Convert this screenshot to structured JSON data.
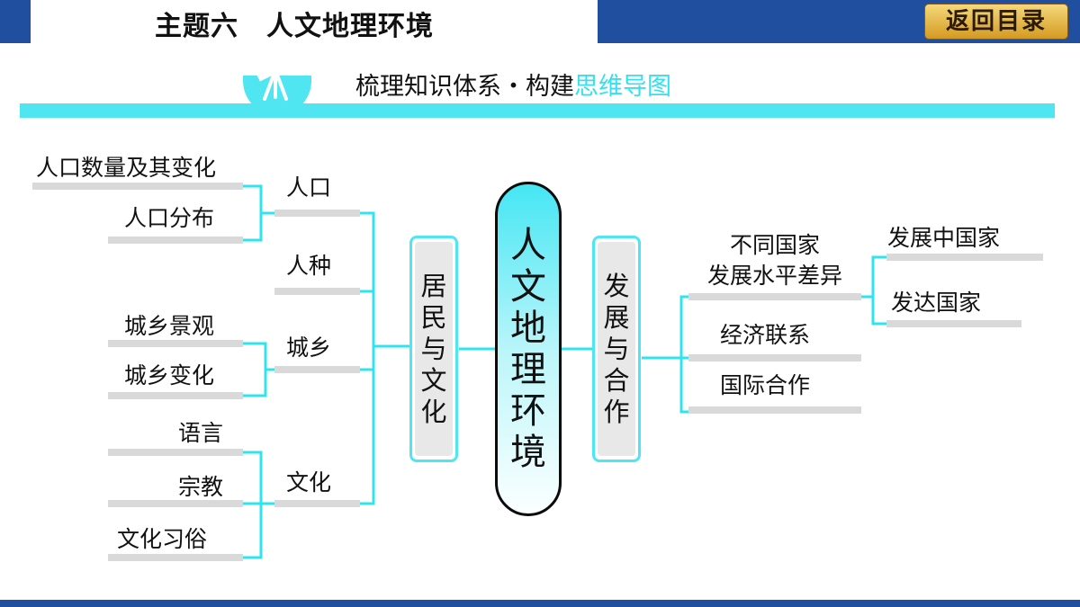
{
  "header": {
    "title": "主题六　人文地理环境",
    "back_button": "返回目录"
  },
  "banner": {
    "text": "梳理知识体系・构建",
    "accent_text": "思维导图",
    "icon": "telescope-icon"
  },
  "mindmap": {
    "center": "人文地理环境",
    "left_branch": "居民与文化",
    "right_branch": "发展与合作",
    "left_topics": {
      "population": "人口",
      "race": "人种",
      "urban_rural": "城乡",
      "culture": "文化"
    },
    "population_items": [
      "人口数量及其变化",
      "人口分布"
    ],
    "urban_rural_items": [
      "城乡景观",
      "城乡变化"
    ],
    "culture_items": [
      "语言",
      "宗教",
      "文化习俗"
    ],
    "right_topics": {
      "dev_gap_line1": "不同国家",
      "dev_gap_line2": "发展水平差异",
      "economic_ties": "经济联系",
      "intl_coop": "国际合作"
    },
    "dev_gap_items": [
      "发展中国家",
      "发达国家"
    ]
  },
  "colors": {
    "accent_cyan": "#4fe6f1",
    "accent_text": "#35e0ee",
    "header_blue": "#1f4f9e",
    "button_gold": "#e2b040",
    "underline_gray": "#d9d9d9"
  }
}
